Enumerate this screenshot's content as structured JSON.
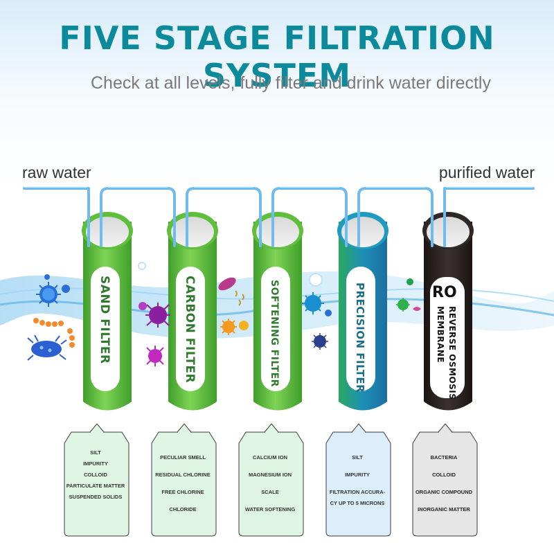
{
  "header": {
    "title": "FIVE STAGE FILTRATION SYSTEM",
    "subtitle": "Check at all levels, fully filter and drink water directly"
  },
  "flow": {
    "input_label": "raw water",
    "output_label": "purified water"
  },
  "colors": {
    "title": "#0b8a9c",
    "sand": "#6cc644",
    "carbon": "#5cc23a",
    "softening": "#52b843",
    "precision": "#1f8fb0",
    "ro": "#2a2422",
    "pipe": "#7ec3ef"
  },
  "stages": [
    {
      "id": "sand",
      "label": "SAND FILTER",
      "items": [
        "SILT",
        "IMPURITY",
        "COLLOID",
        "PARTICULATE MATTER",
        "SUSPENDED SOLIDS"
      ]
    },
    {
      "id": "carbon",
      "label": "CARBON FILTER",
      "items": [
        "PECULIAR SMELL",
        "RESIDUAL CHLORINE",
        "FREE CHLORINE",
        "CHLORIDE"
      ]
    },
    {
      "id": "softening",
      "label": "SOFTENING FILTER",
      "items": [
        "CALCIUM ION",
        "MAGNESIUM ION",
        "SCALE",
        "WATER SOFTENING"
      ]
    },
    {
      "id": "precision",
      "label": "PRECISION FILTER",
      "items": [
        "SILT",
        "IMPURITY",
        "FILTRATION ACCURA-",
        "CY UP TO 5 MICRONS"
      ]
    },
    {
      "id": "ro",
      "label": "RO",
      "sublabel_1": "REVERSE OSMOSIS",
      "sublabel_2": "MEMBRANE",
      "items": [
        "BACTERIA",
        "COLLOID",
        "ORGANIC COMPOUND",
        "INORGANIC MATTER"
      ]
    }
  ]
}
